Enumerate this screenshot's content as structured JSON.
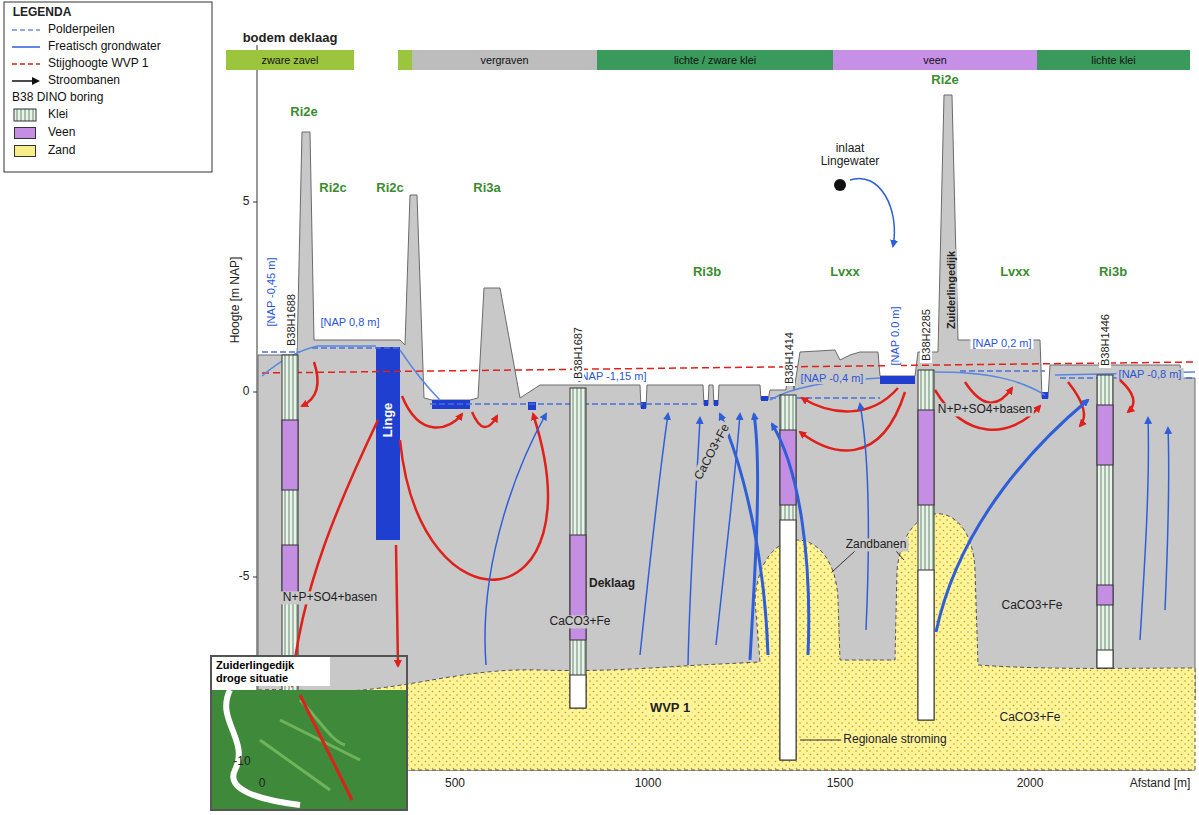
{
  "diagram": {
    "nodes": [
      {
        "text": [
          "zware zavel"
        ]
      },
      {
        "text": [
          "vergraven"
        ]
      },
      {
        "text": [
          "lichte / zware klei"
        ]
      },
      {
        "text": [
          "veen"
        ]
      },
      {
        "text": [
          "lichte klei"
        ]
      },
      {
        "text": [
          "Zuiderlingedijk droge situatie"
        ]
      }
    ],
    "labels": [
      "bodem deklaag",
      "Ri2e",
      "Ri2c",
      "Ri2c",
      "Ri3a",
      "Ri3b",
      "Lvxx",
      "Lvxx",
      "Ri2e",
      "Ri3b",
      "inlaat Lingewater",
      "Zuiderlingedijk",
      "[NAP -0,45 m]",
      "[NAP 0,8 m]",
      "[NAP 0.0 m]",
      "[NAP 0,2 m]",
      "[NAP -1,15 m]",
      "[NAP -0,4 m]",
      "[NAP -0,8 m]",
      "B38H1688",
      "B38H1687",
      "B38H1414",
      "B38H2285",
      "B38H1446",
      "Linge",
      "N+P+SO4+basen",
      "N+P+SO4+basen",
      "CaCO3+Fe",
      "CaCO3+Fe",
      "CaCO3+Fe",
      "CaCO3+Fe",
      "Deklaag",
      "Zandbanen",
      "Regionale stroming",
      "WVP 1",
      "Hoogte [m NAP]",
      "Afstand [m]",
      "5",
      "0",
      "-5",
      "-10",
      "0",
      "500",
      "1000",
      "1500",
      "2000",
      "LEGENDA"
    ],
    "legend": [
      {
        "text": "Polderpeilen"
      },
      {
        "text": "Freatisch grondwater"
      },
      {
        "text": "Stijghoogte WVP 1"
      },
      {
        "text": "Stroombanen"
      },
      {
        "text": "B38 DINO boring"
      },
      {
        "text": "Klei"
      },
      {
        "text": "Veen",
        "color": "#c48fe3"
      },
      {
        "text": "Zand",
        "color": "#f7ee8a"
      }
    ]
  }
}
